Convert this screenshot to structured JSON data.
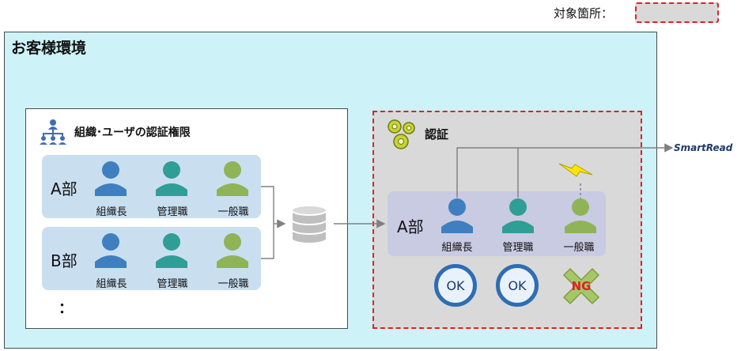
{
  "legend": {
    "label": "対象箇所："
  },
  "environment": {
    "title": "お客様環境"
  },
  "org_panel": {
    "title": "組織･ユーザの認証権限",
    "departments": [
      {
        "name": "A部",
        "roles": [
          "組織長",
          "管理職",
          "一般職"
        ]
      },
      {
        "name": "B部",
        "roles": [
          "組織長",
          "管理職",
          "一般職"
        ]
      }
    ],
    "more": "："
  },
  "auth_panel": {
    "title": "認証",
    "department": {
      "name": "A部",
      "roles": [
        "組織長",
        "管理職",
        "一般職"
      ]
    },
    "results": [
      "OK",
      "OK",
      "NG"
    ]
  },
  "external": {
    "label": "SmartRead"
  },
  "colors": {
    "role_head": "#3f7fc0",
    "manager": "#2f9e96",
    "staff": "#8fb457",
    "highlight_border": "#e0202a",
    "ok_border": "#2e6db4",
    "ng_fill": "#a6c766",
    "ng_text": "#e0202a",
    "lightning": "#ffe600"
  }
}
